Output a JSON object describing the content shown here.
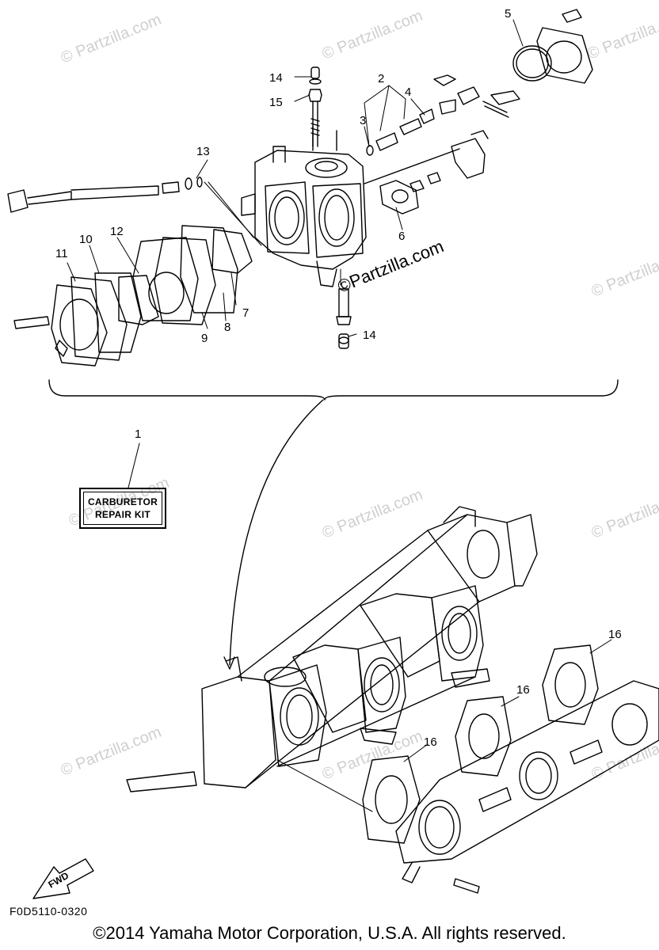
{
  "watermark": "© Partzilla.com",
  "watermark_main": "©Partzilla.com",
  "callouts": [
    "1",
    "2",
    "3",
    "4",
    "5",
    "6",
    "7",
    "8",
    "9",
    "10",
    "11",
    "12",
    "13",
    "14",
    "14",
    "15",
    "16",
    "16",
    "16"
  ],
  "repair_kit": {
    "line1": "CARBURETOR",
    "line2": "REPAIR KIT"
  },
  "fwd_label": "FWD",
  "diagram_code": "F0D5110-0320",
  "copyright": "©2014  Yamaha Motor Corporation, U.S.A. All rights reserved."
}
